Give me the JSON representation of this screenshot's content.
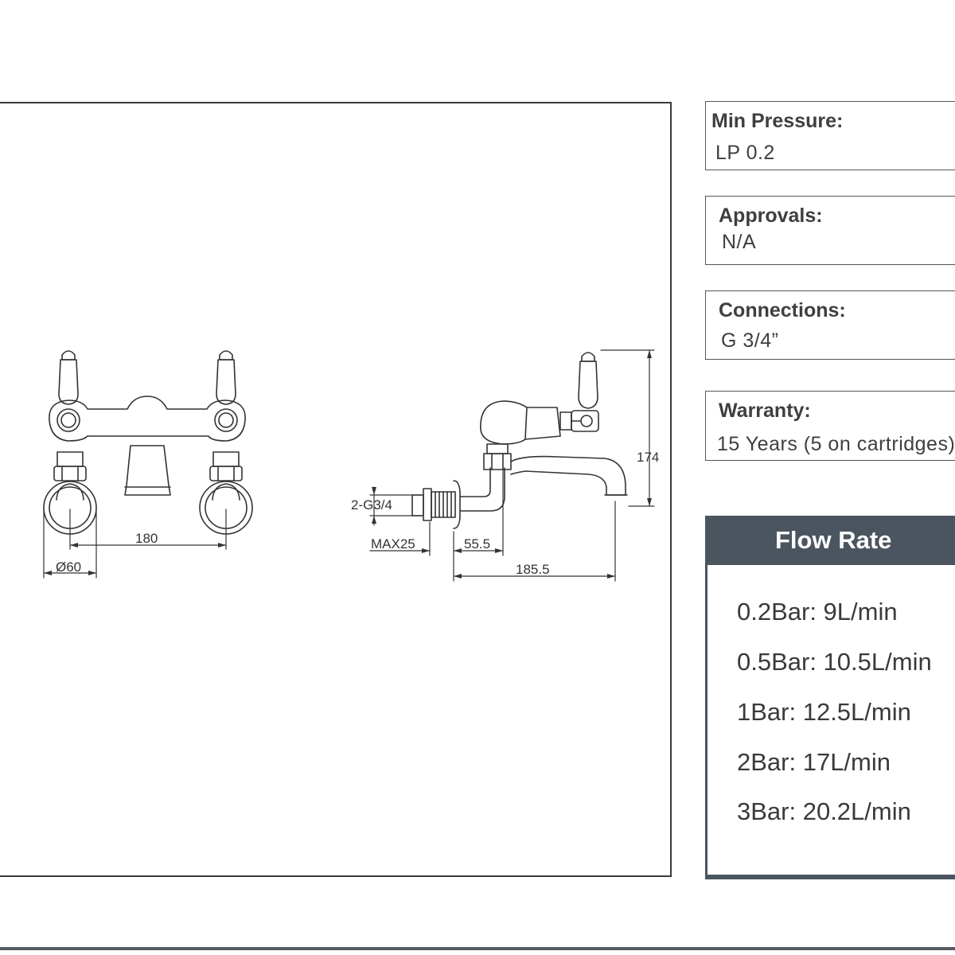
{
  "specs": {
    "min_pressure": {
      "label": "Min Pressure:",
      "value": "LP 0.2"
    },
    "approvals": {
      "label": "Approvals:",
      "value": "N/A"
    },
    "connections": {
      "label": "Connections:",
      "value": "G 3/4”"
    },
    "warranty": {
      "label": "Warranty:",
      "value": "15 Years (5 on cartridges)"
    }
  },
  "flow_rate": {
    "title": "Flow Rate",
    "rows": [
      "0.2Bar: 9L/min",
      "0.5Bar: 10.5L/min",
      "1Bar: 12.5L/min",
      "2Bar: 17L/min",
      "3Bar: 20.2L/min"
    ]
  },
  "dimensions": {
    "centres": "180",
    "flange_diameter": "Ø60",
    "height": "174",
    "inlet_thread": "2-G3/4",
    "max_thickness": "MAX25",
    "depth_short": "55.5",
    "depth_long": "185.5"
  },
  "colors": {
    "header_bg": "#4b5560",
    "line": "#333333"
  }
}
